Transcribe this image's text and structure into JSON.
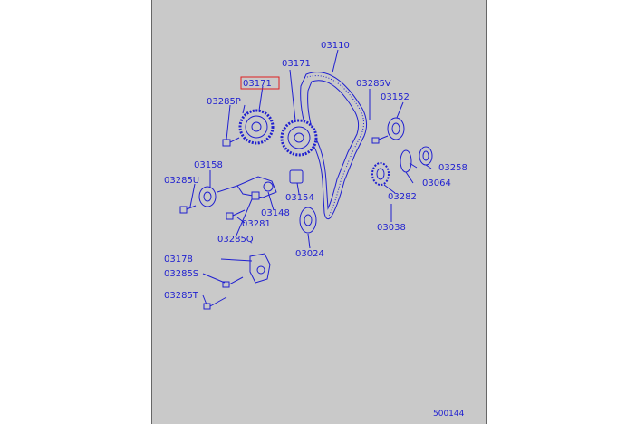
{
  "diagram": {
    "callouts": [
      {
        "id": "lbl-03110",
        "text": "03110"
      },
      {
        "id": "lbl-03171-sel",
        "text": "03171"
      },
      {
        "id": "lbl-03171",
        "text": "03171"
      },
      {
        "id": "lbl-03285v",
        "text": "03285V"
      },
      {
        "id": "lbl-03285p",
        "text": "03285P"
      },
      {
        "id": "lbl-03152",
        "text": "03152"
      },
      {
        "id": "lbl-03158",
        "text": "03158"
      },
      {
        "id": "lbl-03285u",
        "text": "03285U"
      },
      {
        "id": "lbl-03258",
        "text": "03258"
      },
      {
        "id": "lbl-03064",
        "text": "03064"
      },
      {
        "id": "lbl-03154",
        "text": "03154"
      },
      {
        "id": "lbl-03148",
        "text": "03148"
      },
      {
        "id": "lbl-03282",
        "text": "03282"
      },
      {
        "id": "lbl-03281",
        "text": "03281"
      },
      {
        "id": "lbl-03285q",
        "text": "03285Q"
      },
      {
        "id": "lbl-03038",
        "text": "03038"
      },
      {
        "id": "lbl-03024",
        "text": "03024"
      },
      {
        "id": "lbl-03178",
        "text": "03178"
      },
      {
        "id": "lbl-03285s",
        "text": "03285S"
      },
      {
        "id": "lbl-03285t",
        "text": "03285T"
      }
    ],
    "footer_code": "500144",
    "colors": {
      "ink": "#1f1fd0",
      "highlight": "#e02020",
      "panel": "#c9c9c9"
    }
  }
}
